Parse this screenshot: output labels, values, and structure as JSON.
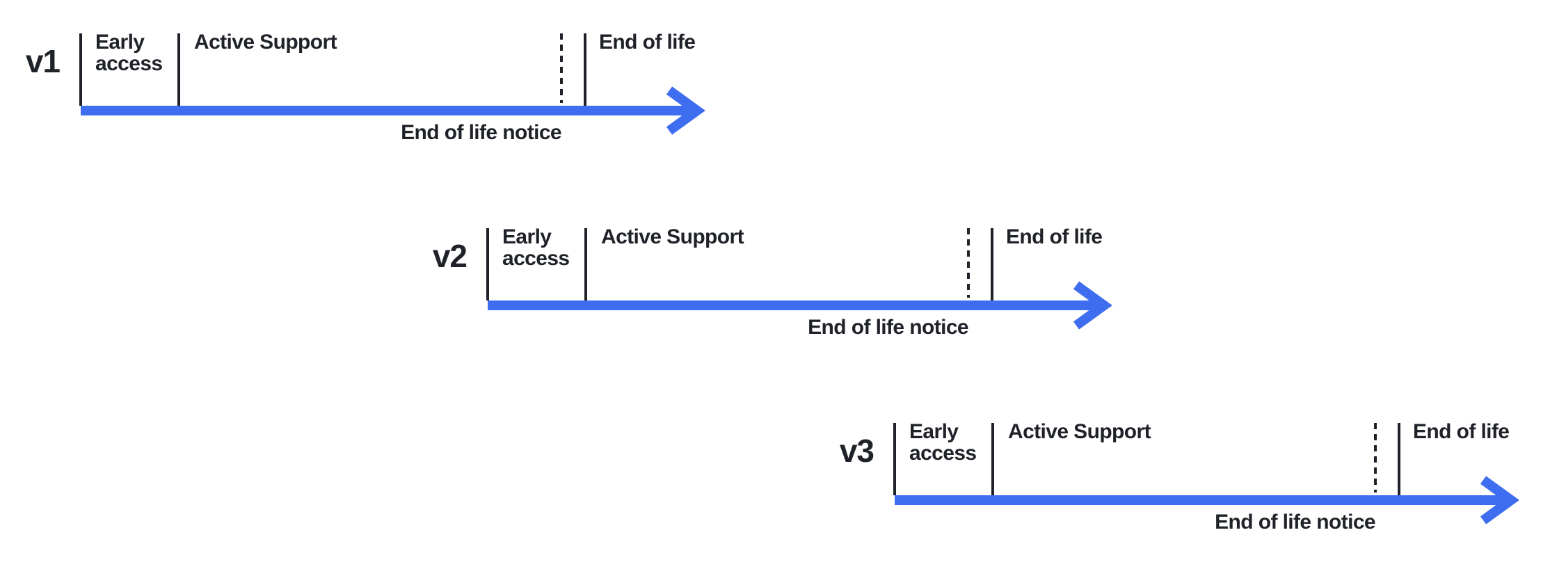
{
  "colors": {
    "arrow_blue": "#3E6DF0",
    "ink": "#1F2228",
    "background": "#FFFFFF"
  },
  "timelines": [
    {
      "version": "v1",
      "phases": {
        "early_access": "Early access",
        "active_support": "Active Support",
        "end_of_life": "End of life"
      },
      "eol_notice": "End of life notice"
    },
    {
      "version": "v2",
      "phases": {
        "early_access": "Early access",
        "active_support": "Active Support",
        "end_of_life": "End of life"
      },
      "eol_notice": "End of life notice"
    },
    {
      "version": "v3",
      "phases": {
        "early_access": "Early access",
        "active_support": "Active Support",
        "end_of_life": "End of life"
      },
      "eol_notice": "End of life notice"
    }
  ]
}
